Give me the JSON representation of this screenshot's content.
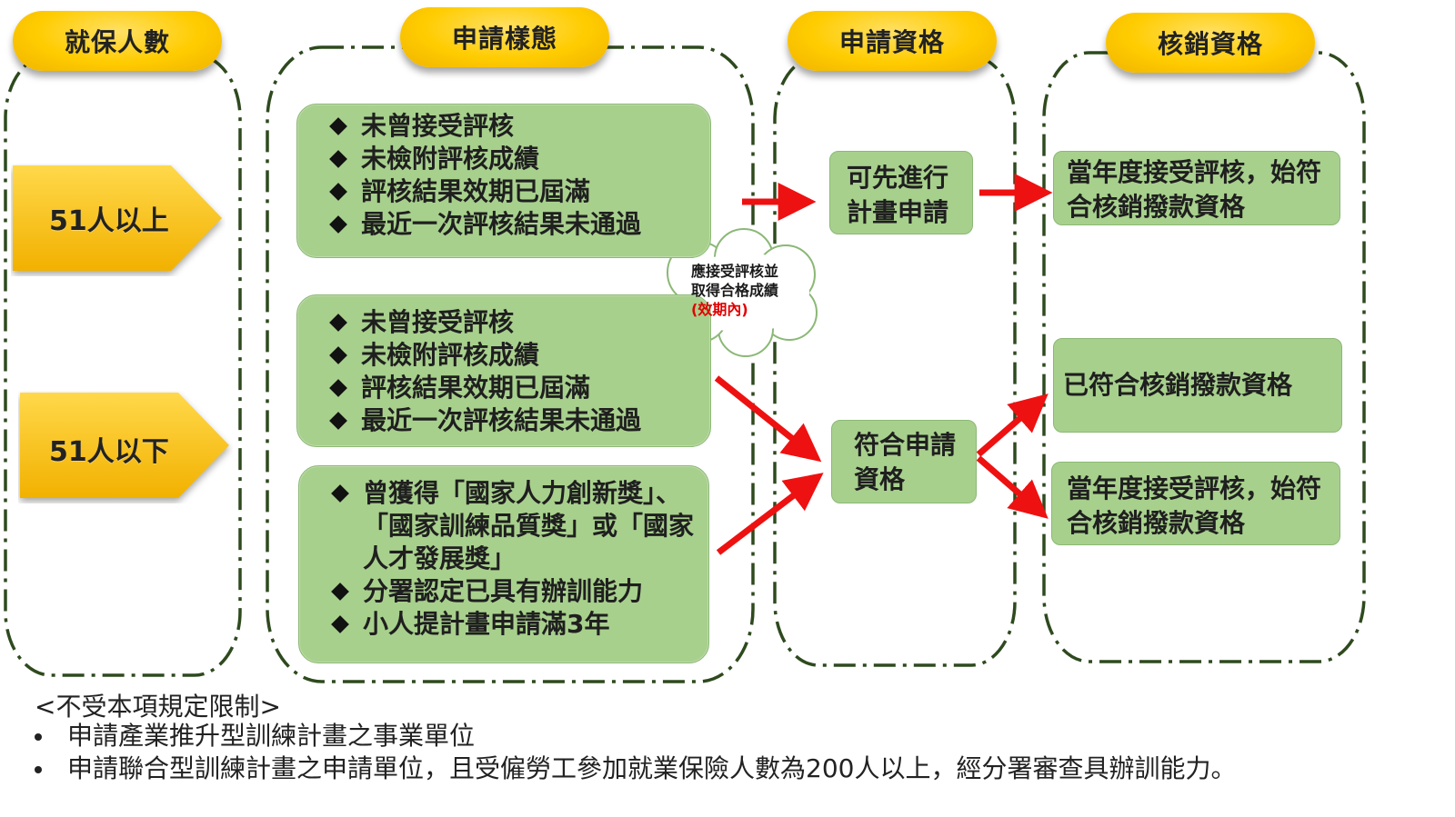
{
  "headers": {
    "insured_count": "就保人數",
    "application_type": "申請樣態",
    "eligibility": "申請資格",
    "reimbursement": "核銷資格"
  },
  "size_categories": {
    "over_51": "51人以上",
    "under_51": "51人以下"
  },
  "application_groups": {
    "group1_items": [
      "未曾接受評核",
      "未檢附評核成績",
      "評核結果效期已屆滿",
      "最近一次評核結果未通過"
    ],
    "group2_items": [
      "未曾接受評核",
      "未檢附評核成績",
      "評核結果效期已屆滿",
      "最近一次評核結果未通過"
    ],
    "group3_items": [
      "曾獲得「國家人力創新獎」、「國家訓練品質獎」或「國家人才發展獎」",
      "分署認定已具有辦訓能力",
      "小人提計畫申請滿3年"
    ]
  },
  "cloud_note": {
    "line1": "應接受評核並",
    "line2": "取得合格成績",
    "line3": "(效期內)"
  },
  "eligibility_boxes": {
    "may_apply_first": "可先進行計畫申請",
    "meets_requirements": "符合申請資格"
  },
  "reimbursement_boxes": {
    "assess_this_year_1": "當年度接受評核，始符合核銷撥款資格",
    "already_eligible": "已符合核銷撥款資格",
    "assess_this_year_2": "當年度接受評核，始符合核銷撥款資格"
  },
  "footer": {
    "exempt_title": "<不受本項規定限制>",
    "bullets": [
      "申請產業推升型訓練計畫之事業單位",
      "申請聯合型訓練計畫之申請單位，且受僱勞工參加就業保險人數為200人以上，經分署審查具辦訓能力。"
    ]
  },
  "colors": {
    "yellow": "#ffcc00",
    "green_box": "#a8d08d",
    "arrow_red": "#ee1111",
    "dash_green": "#2e4a1e"
  }
}
